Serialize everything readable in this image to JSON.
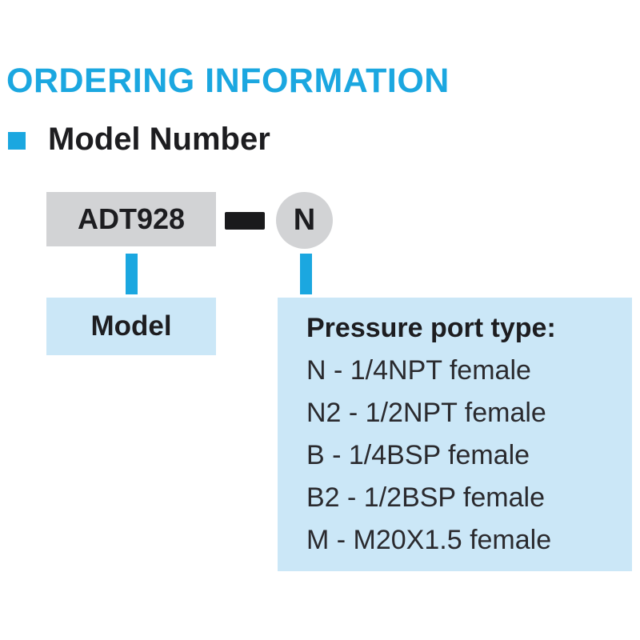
{
  "page": {
    "title": "ORDERING INFORMATION"
  },
  "section": {
    "heading": "Model Number"
  },
  "diagram": {
    "model_code": "ADT928",
    "option_code": "N",
    "model_label": "Model",
    "port_type": {
      "heading": "Pressure port type:",
      "options": [
        "N - 1/4NPT female",
        "N2 - 1/2NPT female",
        "B - 1/4BSP female",
        "B2 - 1/2BSP female",
        "M - M20X1.5 female"
      ]
    }
  },
  "colors": {
    "accent_cyan": "#1BA7E0",
    "box_gray": "#D2D3D5",
    "box_light_blue": "#CBE7F7",
    "connector_black": "#1a1a1c",
    "text_black": "#1d1d20"
  }
}
